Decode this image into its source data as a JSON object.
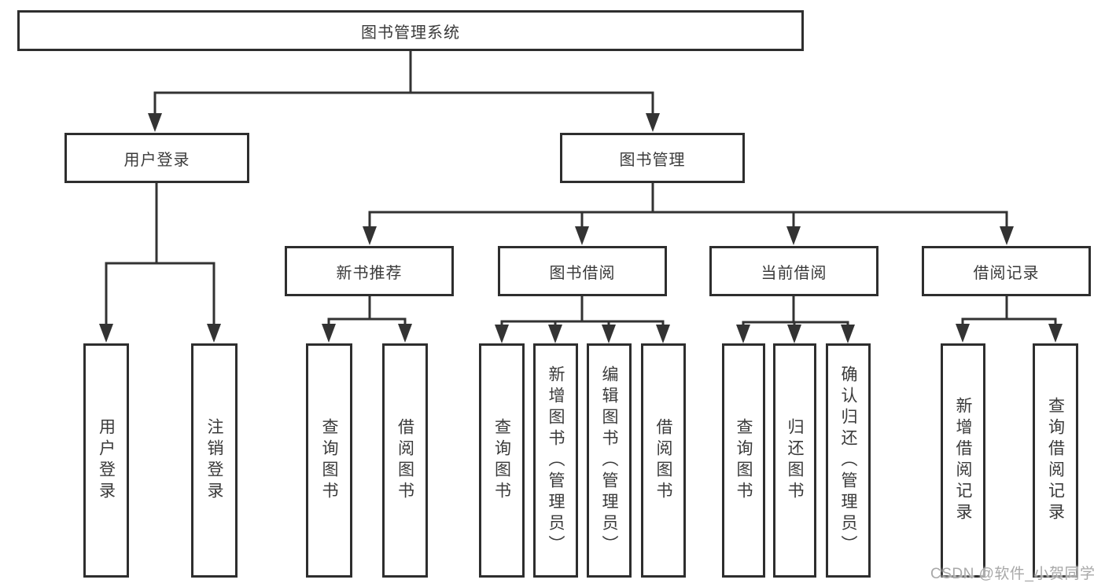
{
  "tree": {
    "label": "图书管理系统",
    "children": [
      {
        "label": "用户登录",
        "children": [
          {
            "label": "用户登录"
          },
          {
            "label": "注销登录"
          }
        ]
      },
      {
        "label": "图书管理",
        "children": [
          {
            "label": "新书推荐",
            "children": [
              {
                "label": "查询图书"
              },
              {
                "label": "借阅图书"
              }
            ]
          },
          {
            "label": "图书借阅",
            "children": [
              {
                "label": "查询图书"
              },
              {
                "label": "新增图书（管理员）"
              },
              {
                "label": "编辑图书（管理员）"
              },
              {
                "label": "借阅图书"
              }
            ]
          },
          {
            "label": "当前借阅",
            "children": [
              {
                "label": "查询图书"
              },
              {
                "label": "归还图书"
              },
              {
                "label": "确认归还（管理员）"
              }
            ]
          },
          {
            "label": "借阅记录",
            "children": [
              {
                "label": "新增借阅记录"
              },
              {
                "label": "查询借阅记录"
              }
            ]
          }
        ]
      }
    ]
  },
  "watermark": "CSDN @软件_小贺同学",
  "colors": {
    "line": "#333333",
    "box_border": "#2e2e2e",
    "text": "#3a3a3a",
    "background": "#ffffff",
    "watermark": "#a8a8a8"
  }
}
